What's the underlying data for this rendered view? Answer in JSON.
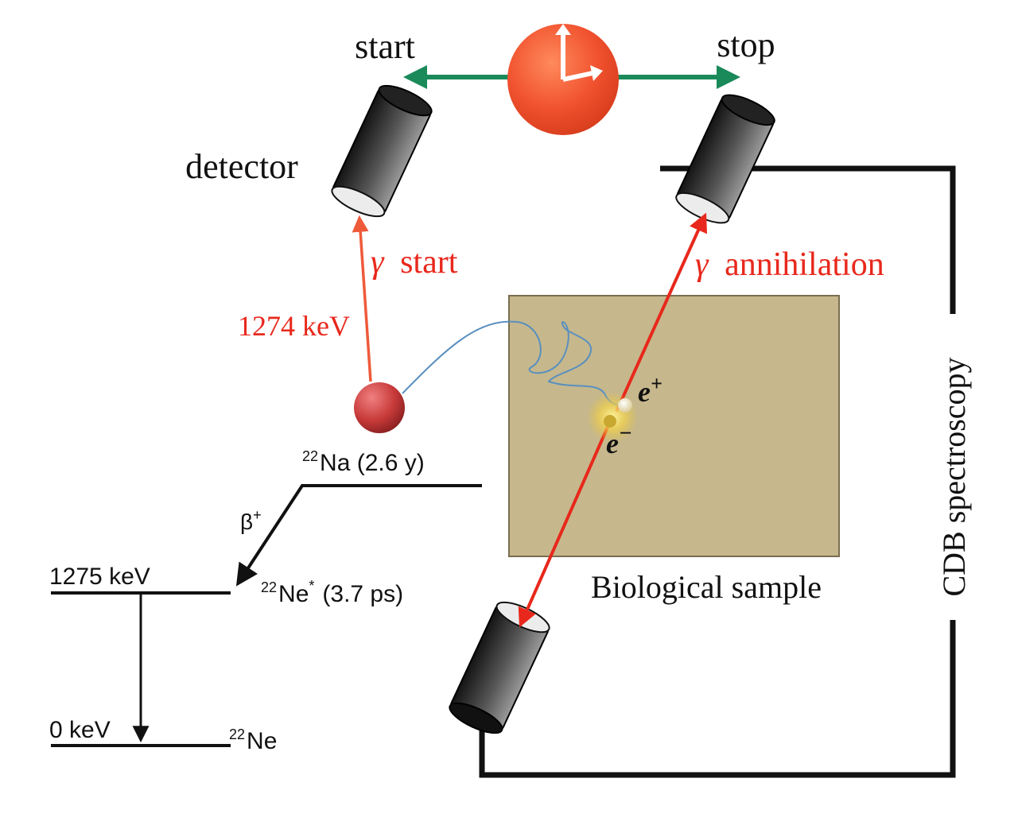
{
  "labels": {
    "start": "start",
    "stop": "stop",
    "detector": "detector",
    "gamma_symbol": "γ",
    "gamma_start": "start",
    "gamma_annihilation": "annihilation",
    "energy_start": "1274 keV",
    "positron": "e",
    "positron_sup": "+",
    "electron": "e",
    "electron_sup": "−",
    "sample": "Biological sample",
    "cdb": "CDB spectroscopy"
  },
  "decay_scheme": {
    "na_mass": "22",
    "na_label": "Na (2.6 y)",
    "beta": "β",
    "beta_sup": "+",
    "level_high": "1275 keV",
    "ne_excited_mass": "22",
    "ne_excited_label": "Ne",
    "ne_excited_sup": "*",
    "ne_excited_life": "(3.7 ps)",
    "level_ground": "0 keV",
    "ne_mass": "22",
    "ne_label": "Ne"
  },
  "colors": {
    "gamma": "#e8281c",
    "timing_arrow": "#1a8a5a",
    "clock": "#f0512e",
    "source": "#c83a3a",
    "sample_fill": "#c6b88c",
    "path": "#5a8fbf"
  }
}
